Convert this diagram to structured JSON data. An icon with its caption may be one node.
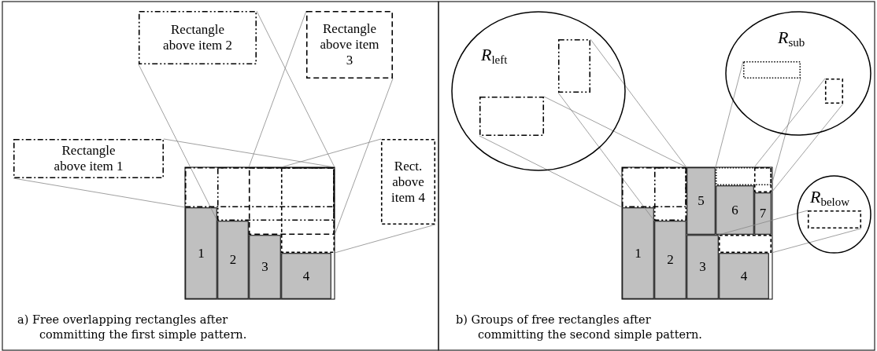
{
  "diagram": {
    "nodes": [
      {
        "text": [
          "Rectangle above item 1"
        ]
      },
      {
        "text": [
          "Rectangle above item 2"
        ]
      },
      {
        "text": [
          "Rectangle above item 3"
        ]
      },
      {
        "text": [
          "Rect. above item 4"
        ]
      },
      {
        "text": [
          "1"
        ]
      },
      {
        "text": [
          "2"
        ]
      },
      {
        "text": [
          "3"
        ]
      },
      {
        "text": [
          "4"
        ]
      },
      {
        "text": [],
        "shape": "box"
      },
      {
        "text": [],
        "shape": "box"
      },
      {
        "text": [],
        "shape": "box"
      },
      {
        "text": [],
        "shape": "box"
      },
      {
        "text": [
          "*R*$_{left}$"
        ]
      },
      {
        "text": [],
        "shape": "box",
        "in": 12
      },
      {
        "text": [],
        "shape": "box",
        "in": 12
      },
      {
        "text": [
          "*R*$_{sub}$"
        ]
      },
      {
        "text": [],
        "shape": "box",
        "in": 15
      },
      {
        "text": [],
        "shape": "box",
        "in": 15
      },
      {
        "text": [
          "*R*$_{below}$"
        ]
      },
      {
        "text": [],
        "shape": "box",
        "in": 18
      },
      {
        "text": [
          "1"
        ]
      },
      {
        "text": [
          "2"
        ]
      },
      {
        "text": [
          "3"
        ]
      },
      {
        "text": [
          "4"
        ]
      },
      {
        "text": [
          "5"
        ]
      },
      {
        "text": [
          "6"
        ]
      },
      {
        "text": [
          "7"
        ]
      },
      {
        "text": [],
        "shape": "box"
      },
      {
        "text": [],
        "shape": "box"
      },
      {
        "text": [],
        "shape": "box"
      },
      {
        "text": [],
        "shape": "box"
      },
      {
        "text": [],
        "shape": "box"
      }
    ],
    "edges": [
      {
        "from": 0,
        "to": 8,
        "arrow": "none"
      },
      {
        "from": 0,
        "to": 8,
        "arrow": "none"
      },
      {
        "from": 1,
        "to": 9,
        "arrow": "none"
      },
      {
        "from": 1,
        "to": 9,
        "arrow": "none"
      },
      {
        "from": 2,
        "to": 10,
        "arrow": "none"
      },
      {
        "from": 2,
        "to": 10,
        "arrow": "none"
      },
      {
        "from": 3,
        "to": 11,
        "arrow": "none"
      },
      {
        "from": 3,
        "to": 11,
        "arrow": "none"
      },
      {
        "from": 13,
        "to": 28,
        "arrow": "none"
      },
      {
        "from": 13,
        "to": 28,
        "arrow": "none"
      },
      {
        "from": 14,
        "to": 27,
        "arrow": "none"
      },
      {
        "from": 14,
        "to": 27,
        "arrow": "none"
      },
      {
        "from": 16,
        "to": 29,
        "arrow": "none"
      },
      {
        "from": 16,
        "to": 29,
        "arrow": "none"
      },
      {
        "from": 17,
        "to": 30,
        "arrow": "none"
      },
      {
        "from": 17,
        "to": 30,
        "arrow": "none"
      },
      {
        "from": 19,
        "to": 31,
        "arrow": "none"
      },
      {
        "from": 19,
        "to": 31,
        "arrow": "none"
      }
    ],
    "labels": [
      "a) Free overlapping rectangles after committing the first simple pattern.",
      "b) Groups of free rectangles after committing the second simple pattern."
    ]
  }
}
